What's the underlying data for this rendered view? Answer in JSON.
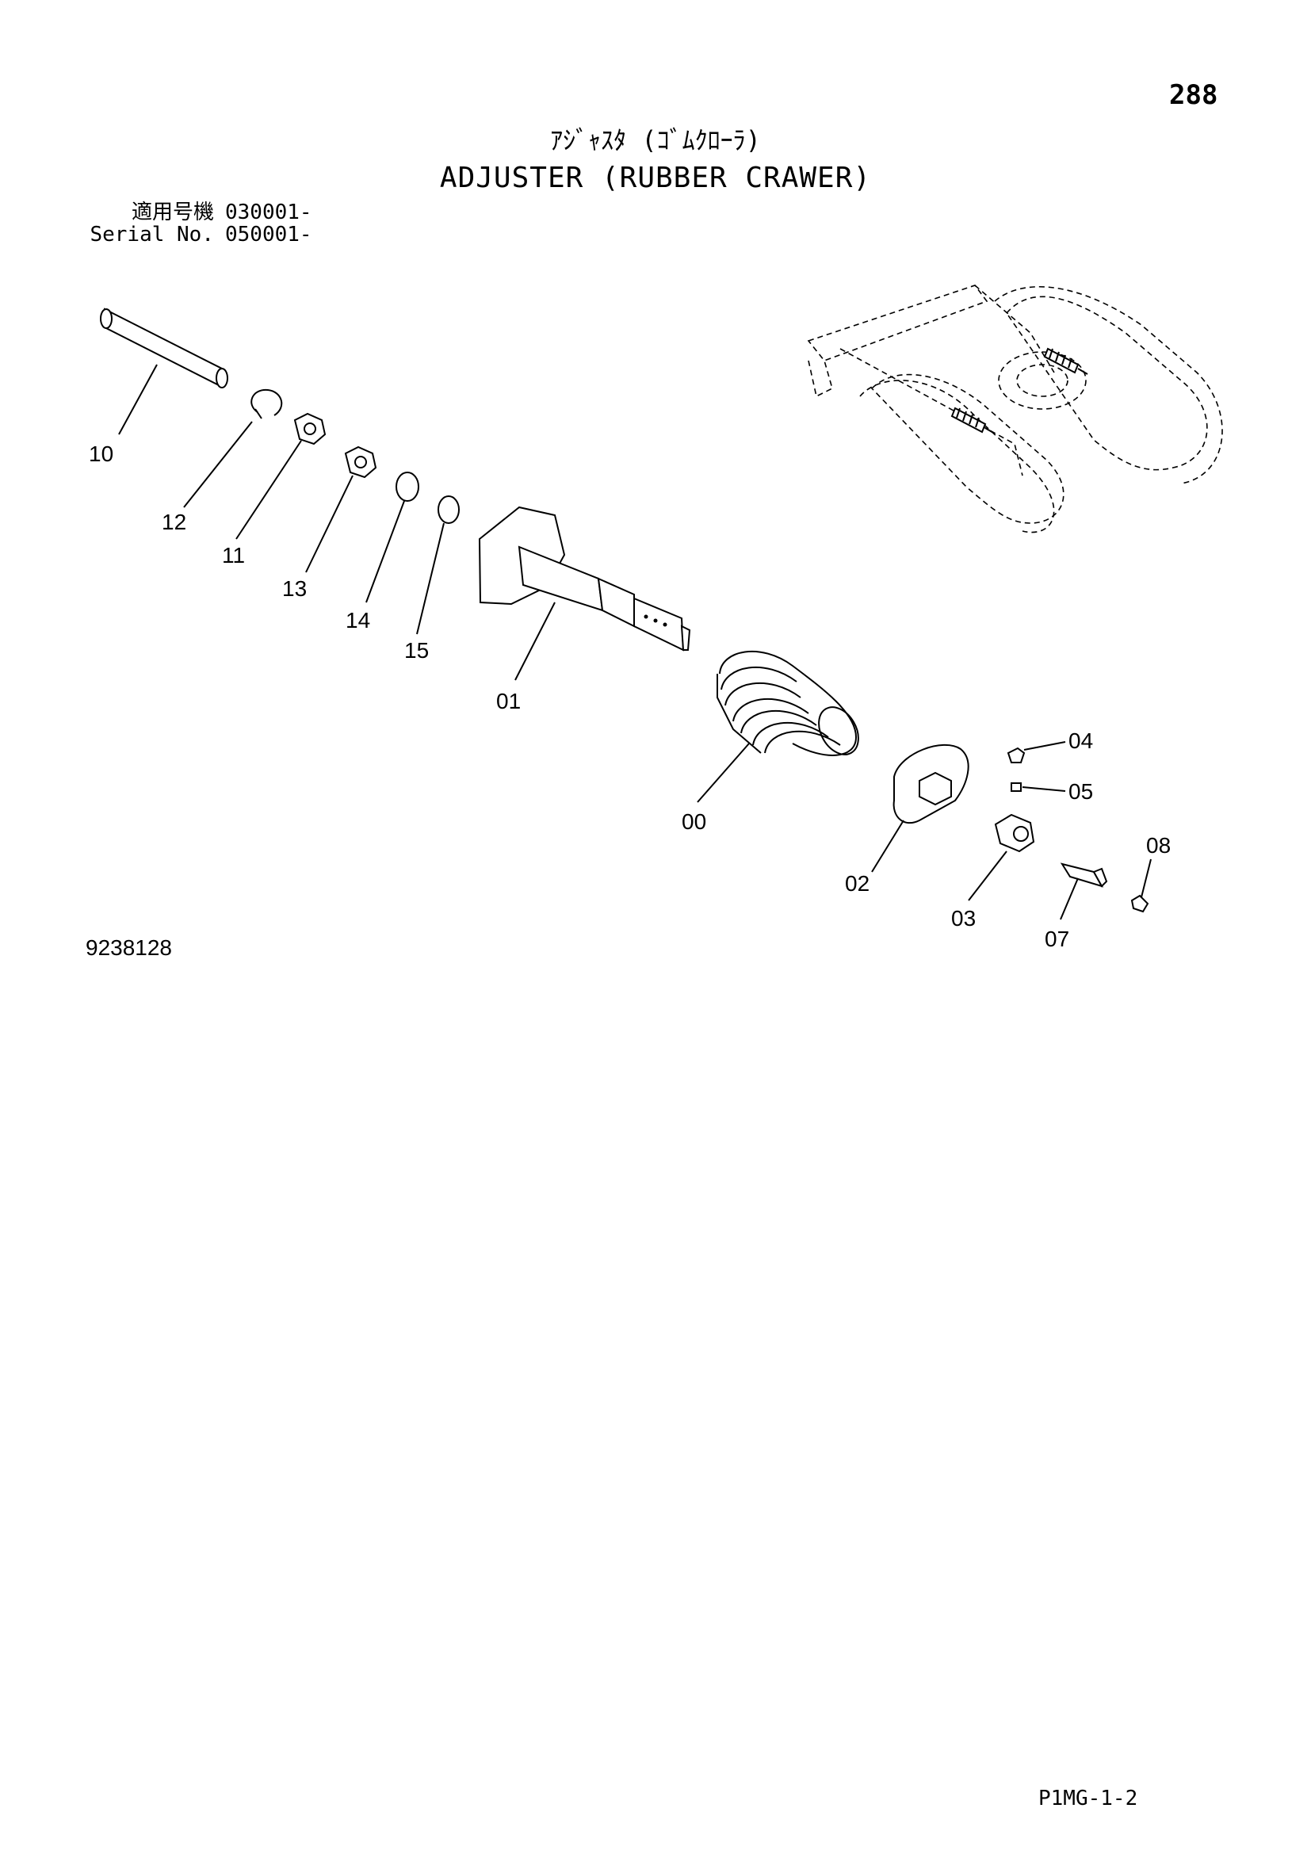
{
  "header": {
    "page_number": "288",
    "title_jp": "ｱｼﾞｬｽﾀ (ｺﾞﾑｸﾛｰﾗ)",
    "title_en": "ADJUSTER (RUBBER CRAWER)"
  },
  "serial": {
    "rows": [
      {
        "label": "適用号機",
        "value": "030001-"
      },
      {
        "label": "Serial No.",
        "value": "050001-"
      }
    ]
  },
  "parts": [
    {
      "id": "00"
    },
    {
      "id": "01"
    },
    {
      "id": "02"
    },
    {
      "id": "03"
    },
    {
      "id": "04"
    },
    {
      "id": "05"
    },
    {
      "id": "07"
    },
    {
      "id": "08"
    },
    {
      "id": "10"
    },
    {
      "id": "11"
    },
    {
      "id": "12"
    },
    {
      "id": "13"
    },
    {
      "id": "14"
    },
    {
      "id": "15"
    }
  ],
  "footer": {
    "drawing_number": "9238128",
    "page_code": "P1MG-1-2"
  }
}
